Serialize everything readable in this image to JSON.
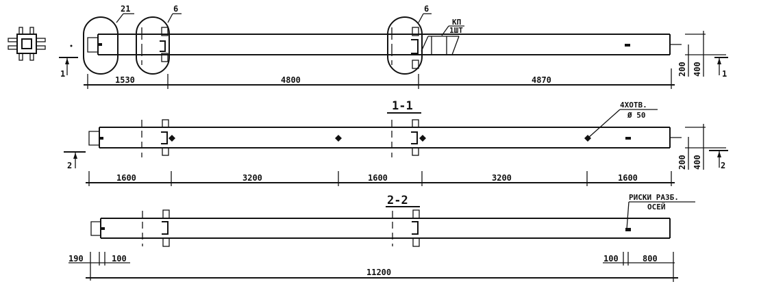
{
  "drawing": {
    "ink_color": "#111111",
    "background": "#ffffff",
    "view_top": {
      "callouts": [
        {
          "id": "callout-21",
          "label": "21"
        },
        {
          "id": "callout-6a",
          "label": "6"
        },
        {
          "id": "callout-6b",
          "label": "6"
        }
      ],
      "kp_label": "КП",
      "kp_qty": "1ШТ",
      "section_mark_left": "1",
      "section_mark_right": "1",
      "dims": [
        "1530",
        "4800",
        "4870"
      ],
      "height_dims": [
        "200",
        "400"
      ]
    },
    "view_1_1": {
      "title": "1-1",
      "holes_label_line1": "4ХОТВ.",
      "holes_label_line2": "Ø 50",
      "section_mark_left": "2",
      "section_mark_right": "2",
      "dims": [
        "1600",
        "3200",
        "1600",
        "3200",
        "1600"
      ],
      "height_dims": [
        "200",
        "400"
      ]
    },
    "view_2_2": {
      "title": "2-2",
      "marks_label_line1": "РИСКИ РАЗБ.",
      "marks_label_line2": "ОСЕЙ",
      "dims_left": [
        "190",
        "100"
      ],
      "dims_right": [
        "100",
        "800"
      ],
      "total_length": "11200"
    }
  }
}
